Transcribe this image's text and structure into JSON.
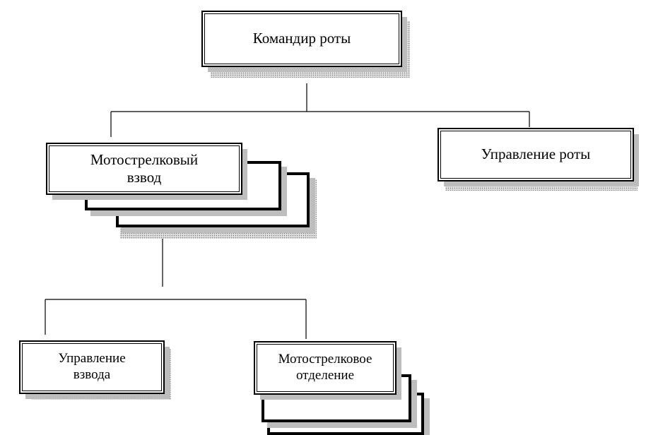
{
  "diagram": {
    "nodes": {
      "commander": {
        "label": "Командир роты"
      },
      "company_control": {
        "label": "Управление роты"
      },
      "platoon": {
        "line1": "Мотострелковый",
        "line2": "взвод"
      },
      "platoon_control": {
        "line1": "Управление",
        "line2": "взвода"
      },
      "squad": {
        "line1": "Мотострелковое",
        "line2": "отделение"
      }
    },
    "edges": [
      {
        "from": "commander",
        "to": "platoon"
      },
      {
        "from": "commander",
        "to": "company_control"
      },
      {
        "from": "platoon",
        "to": "platoon_control"
      },
      {
        "from": "platoon",
        "to": "squad"
      }
    ],
    "line_color": "#000000",
    "shadow_color": "#bdbdbd"
  }
}
